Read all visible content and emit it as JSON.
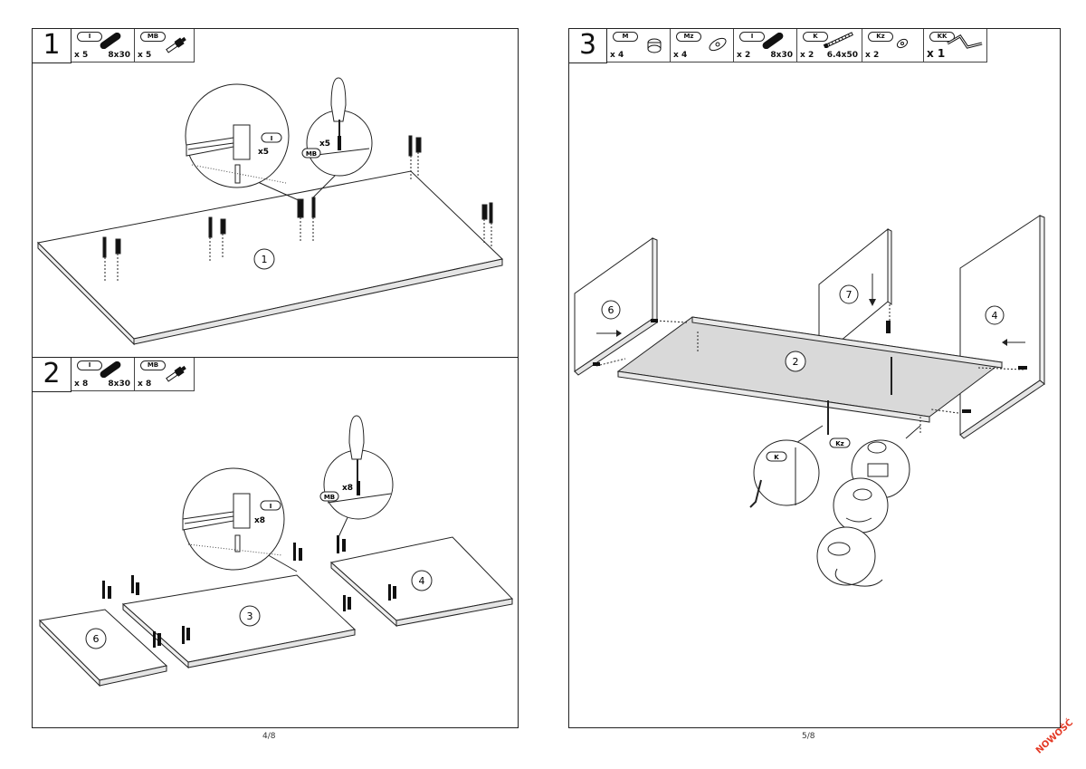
{
  "pages": [
    {
      "page_number": "4/8"
    },
    {
      "page_number": "5/8"
    }
  ],
  "steps": [
    {
      "number": "1",
      "parts": [
        {
          "code": "I",
          "qty": "x 5",
          "size": "8x30",
          "icon": "dowel-icon"
        },
        {
          "code": "MB",
          "qty": "x 5",
          "size": "",
          "icon": "cam-bolt-icon"
        }
      ],
      "callouts": {
        "dowel_code": "I",
        "dowel_qty": "x5",
        "bolt_code": "MB",
        "bolt_qty": "x5"
      },
      "panel_labels": [
        "1"
      ]
    },
    {
      "number": "2",
      "parts": [
        {
          "code": "I",
          "qty": "x 8",
          "size": "8x30",
          "icon": "dowel-icon"
        },
        {
          "code": "MB",
          "qty": "x 8",
          "size": "",
          "icon": "cam-bolt-icon"
        }
      ],
      "callouts": {
        "dowel_code": "I",
        "dowel_qty": "x8",
        "bolt_code": "MB",
        "bolt_qty": "x8"
      },
      "panel_labels": [
        "3",
        "4",
        "6"
      ]
    },
    {
      "number": "3",
      "parts": [
        {
          "code": "M",
          "qty": "x 4",
          "size": "",
          "icon": "cam-lock-icon"
        },
        {
          "code": "Mz",
          "qty": "x 4",
          "size": "",
          "icon": "cap-icon"
        },
        {
          "code": "I",
          "qty": "x 2",
          "size": "8x30",
          "icon": "dowel-icon"
        },
        {
          "code": "K",
          "qty": "x 2",
          "size": "6.4x50",
          "icon": "screw-icon"
        },
        {
          "code": "Kz",
          "qty": "x 2",
          "size": "",
          "icon": "cap-icon"
        },
        {
          "code": "KK",
          "qty": "x 1",
          "size": "",
          "icon": "hex-key-icon"
        }
      ],
      "callouts": {
        "screw_code": "K",
        "cap_code": "Kz"
      },
      "panel_labels": [
        "6",
        "7",
        "2",
        "4"
      ]
    }
  ],
  "badge": "NOWOŚĆ",
  "colors": {
    "line": "#222222",
    "panel_fill": "#ffffff",
    "shelf_fill": "#d9d9d9",
    "badge": "#e43a26"
  }
}
